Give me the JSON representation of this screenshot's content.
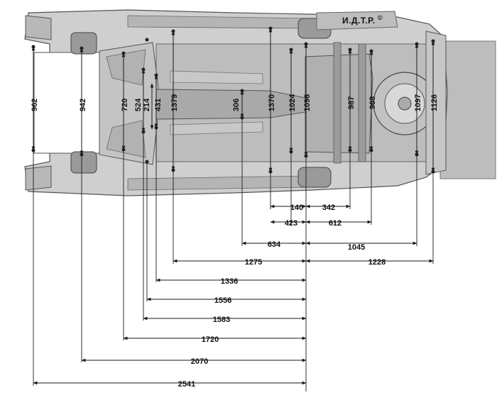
{
  "brand": {
    "text": "И.Д.Т.Р.",
    "mark": "©"
  },
  "vertical_dimensions": [
    "962",
    "942",
    "720",
    "524",
    "214",
    "431",
    "1379",
    "306",
    "1370",
    "1024",
    "1096",
    "987",
    "968",
    "1097",
    "1126"
  ],
  "horizontal_dimensions": [
    "140",
    "342",
    "423",
    "612",
    "634",
    "1045",
    "1275",
    "1228",
    "1336",
    "1556",
    "1583",
    "1720",
    "2070",
    "2541"
  ],
  "colors": {
    "body": "#cfcfcf",
    "body_dark": "#a9a9a9",
    "floor": "#bdbdbd",
    "line": "#1a1a1a",
    "point": "#222222",
    "tyre": "#9a9a9a"
  }
}
